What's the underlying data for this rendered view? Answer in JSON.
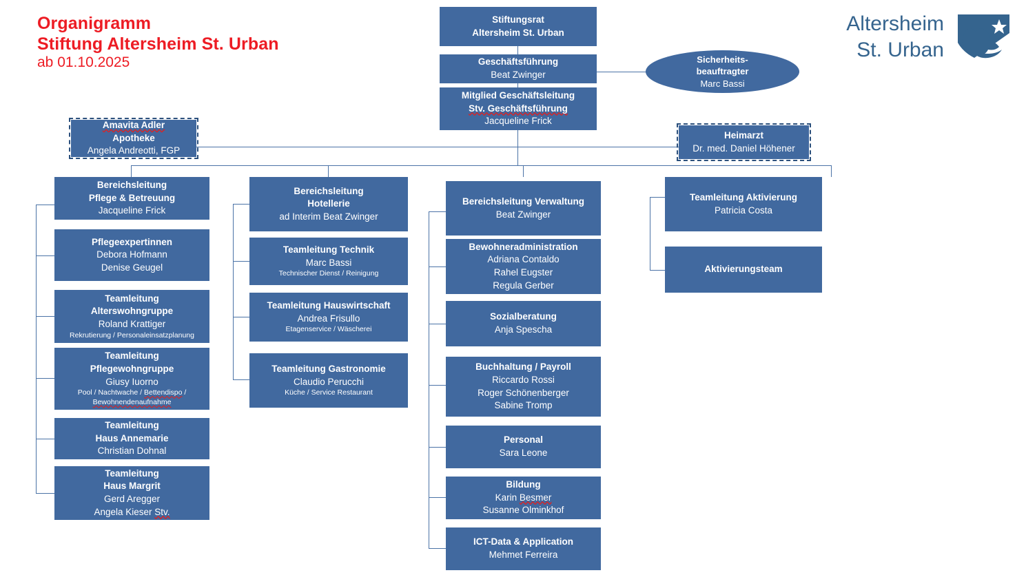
{
  "title": {
    "line1": "Organigramm",
    "line2": "Stiftung Altersheim St. Urban",
    "line3": "ab 01.10.2025",
    "color": "#ED1C24"
  },
  "logo": {
    "line1": "Altersheim",
    "line2": "St. Urban",
    "mark": "heraldic-shield-lion-star",
    "color": "#35648e"
  },
  "theme": {
    "box_fill": "#41699f",
    "connector": "#4a72a6",
    "text": "#ffffff"
  },
  "nodes": {
    "stiftungsrat": {
      "l1": "Stiftungsrat",
      "l2": "Altersheim St. Urban"
    },
    "geschaeftsfuehrung": {
      "l1": "Geschäftsführung",
      "p": "Beat Zwinger"
    },
    "mitglied_gl": {
      "l1": "Mitglied Geschäftsleitung",
      "l2": "Stv. Geschäftsführung",
      "p": "Jacqueline Frick"
    },
    "sicherheitsbeauftragter": {
      "l1": "Sicherheits-",
      "l2": "beauftragter",
      "p": "Marc Bassi"
    },
    "apotheke": {
      "l1": "Amavita Adler",
      "l2": "Apotheke",
      "p": "Angela Andreotti, FGP"
    },
    "heimarzt": {
      "l1": "Heimarzt",
      "p": "Dr. med. Daniel Höhener"
    },
    "bl_pflege": {
      "l1": "Bereichsleitung",
      "l2": "Pflege & Betreuung",
      "p": "Jacqueline Frick"
    },
    "pflegeexpertinnen": {
      "l1": "Pflegeexpertinnen",
      "p1": "Debora Hofmann",
      "p2": "Denise Geugel"
    },
    "tl_alterswohngruppe": {
      "l1": "Teamleitung",
      "l2": "Alterswohngruppe",
      "p": "Roland Krattiger",
      "sub": "Rekrutierung / Personaleinsatzplanung"
    },
    "tl_pflegewohngruppe": {
      "l1": "Teamleitung",
      "l2": "Pflegewohngruppe",
      "p": "Giusy Iuorno",
      "sub1": "Pool / Nachtwache / Bettendispo /",
      "sub2": "Bewohnendenaufnahme"
    },
    "tl_haus_annemarie": {
      "l1": "Teamleitung",
      "l2": "Haus Annemarie",
      "p": "Christian Dohnal"
    },
    "tl_haus_margrit": {
      "l1": "Teamleitung",
      "l2": "Haus Margrit",
      "p1": "Gerd Aregger",
      "p2": "Angela Kieser Stv."
    },
    "bl_hotellerie": {
      "l1": "Bereichsleitung",
      "l2": "Hotellerie",
      "p": "ad Interim Beat Zwinger"
    },
    "tl_technik": {
      "l1": "Teamleitung Technik",
      "p": "Marc Bassi",
      "sub": "Technischer Dienst / Reinigung"
    },
    "tl_hauswirtschaft": {
      "l1": "Teamleitung Hauswirtschaft",
      "p": "Andrea Frisullo",
      "sub": "Etagenservice / Wäscherei"
    },
    "tl_gastronomie": {
      "l1": "Teamleitung Gastronomie",
      "p": "Claudio Perucchi",
      "sub": "Küche / Service Restaurant"
    },
    "bl_verwaltung": {
      "l1": "Bereichsleitung Verwaltung",
      "p": "Beat Zwinger"
    },
    "bewohneradministration": {
      "l1": "Bewohneradministration",
      "p1": "Adriana Contaldo",
      "p2": "Rahel Eugster",
      "p3": "Regula Gerber"
    },
    "sozialberatung": {
      "l1": "Sozialberatung",
      "p": "Anja Spescha"
    },
    "buchhaltung": {
      "l1": "Buchhaltung / Payroll",
      "p1": "Riccardo Rossi",
      "p2": "Roger Schönenberger",
      "p3": "Sabine Tromp"
    },
    "personal": {
      "l1": "Personal",
      "p": "Sara Leone"
    },
    "bildung": {
      "l1": "Bildung",
      "p1": "Karin Besmer",
      "p2": "Susanne Olminkhof"
    },
    "ict": {
      "l1": "ICT-Data & Application",
      "p": "Mehmet Ferreira"
    },
    "tl_aktivierung": {
      "l1": "Teamleitung Aktivierung",
      "p": "Patricia Costa"
    },
    "aktivierungsteam": {
      "l1": "Aktivierungsteam"
    }
  }
}
